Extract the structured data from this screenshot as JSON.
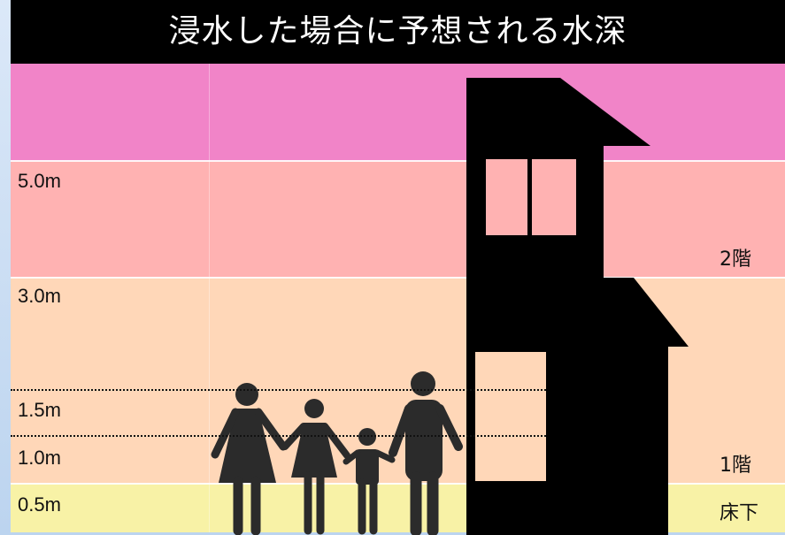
{
  "title": "浸水した場合に予想される水深",
  "levels": [
    "5.0m",
    "3.0m",
    "1.5m",
    "1.0m",
    "0.5m"
  ],
  "floors": [
    "2階",
    "1階",
    "床下"
  ],
  "colors": {
    "header": "#000000",
    "over5m": "#f184c8",
    "m3to5": "#ffb2b2",
    "m05to3": "#ffd7b8",
    "under05": "#f8f2a6",
    "silhouette": "#000000",
    "people": "#2b2b2b"
  }
}
